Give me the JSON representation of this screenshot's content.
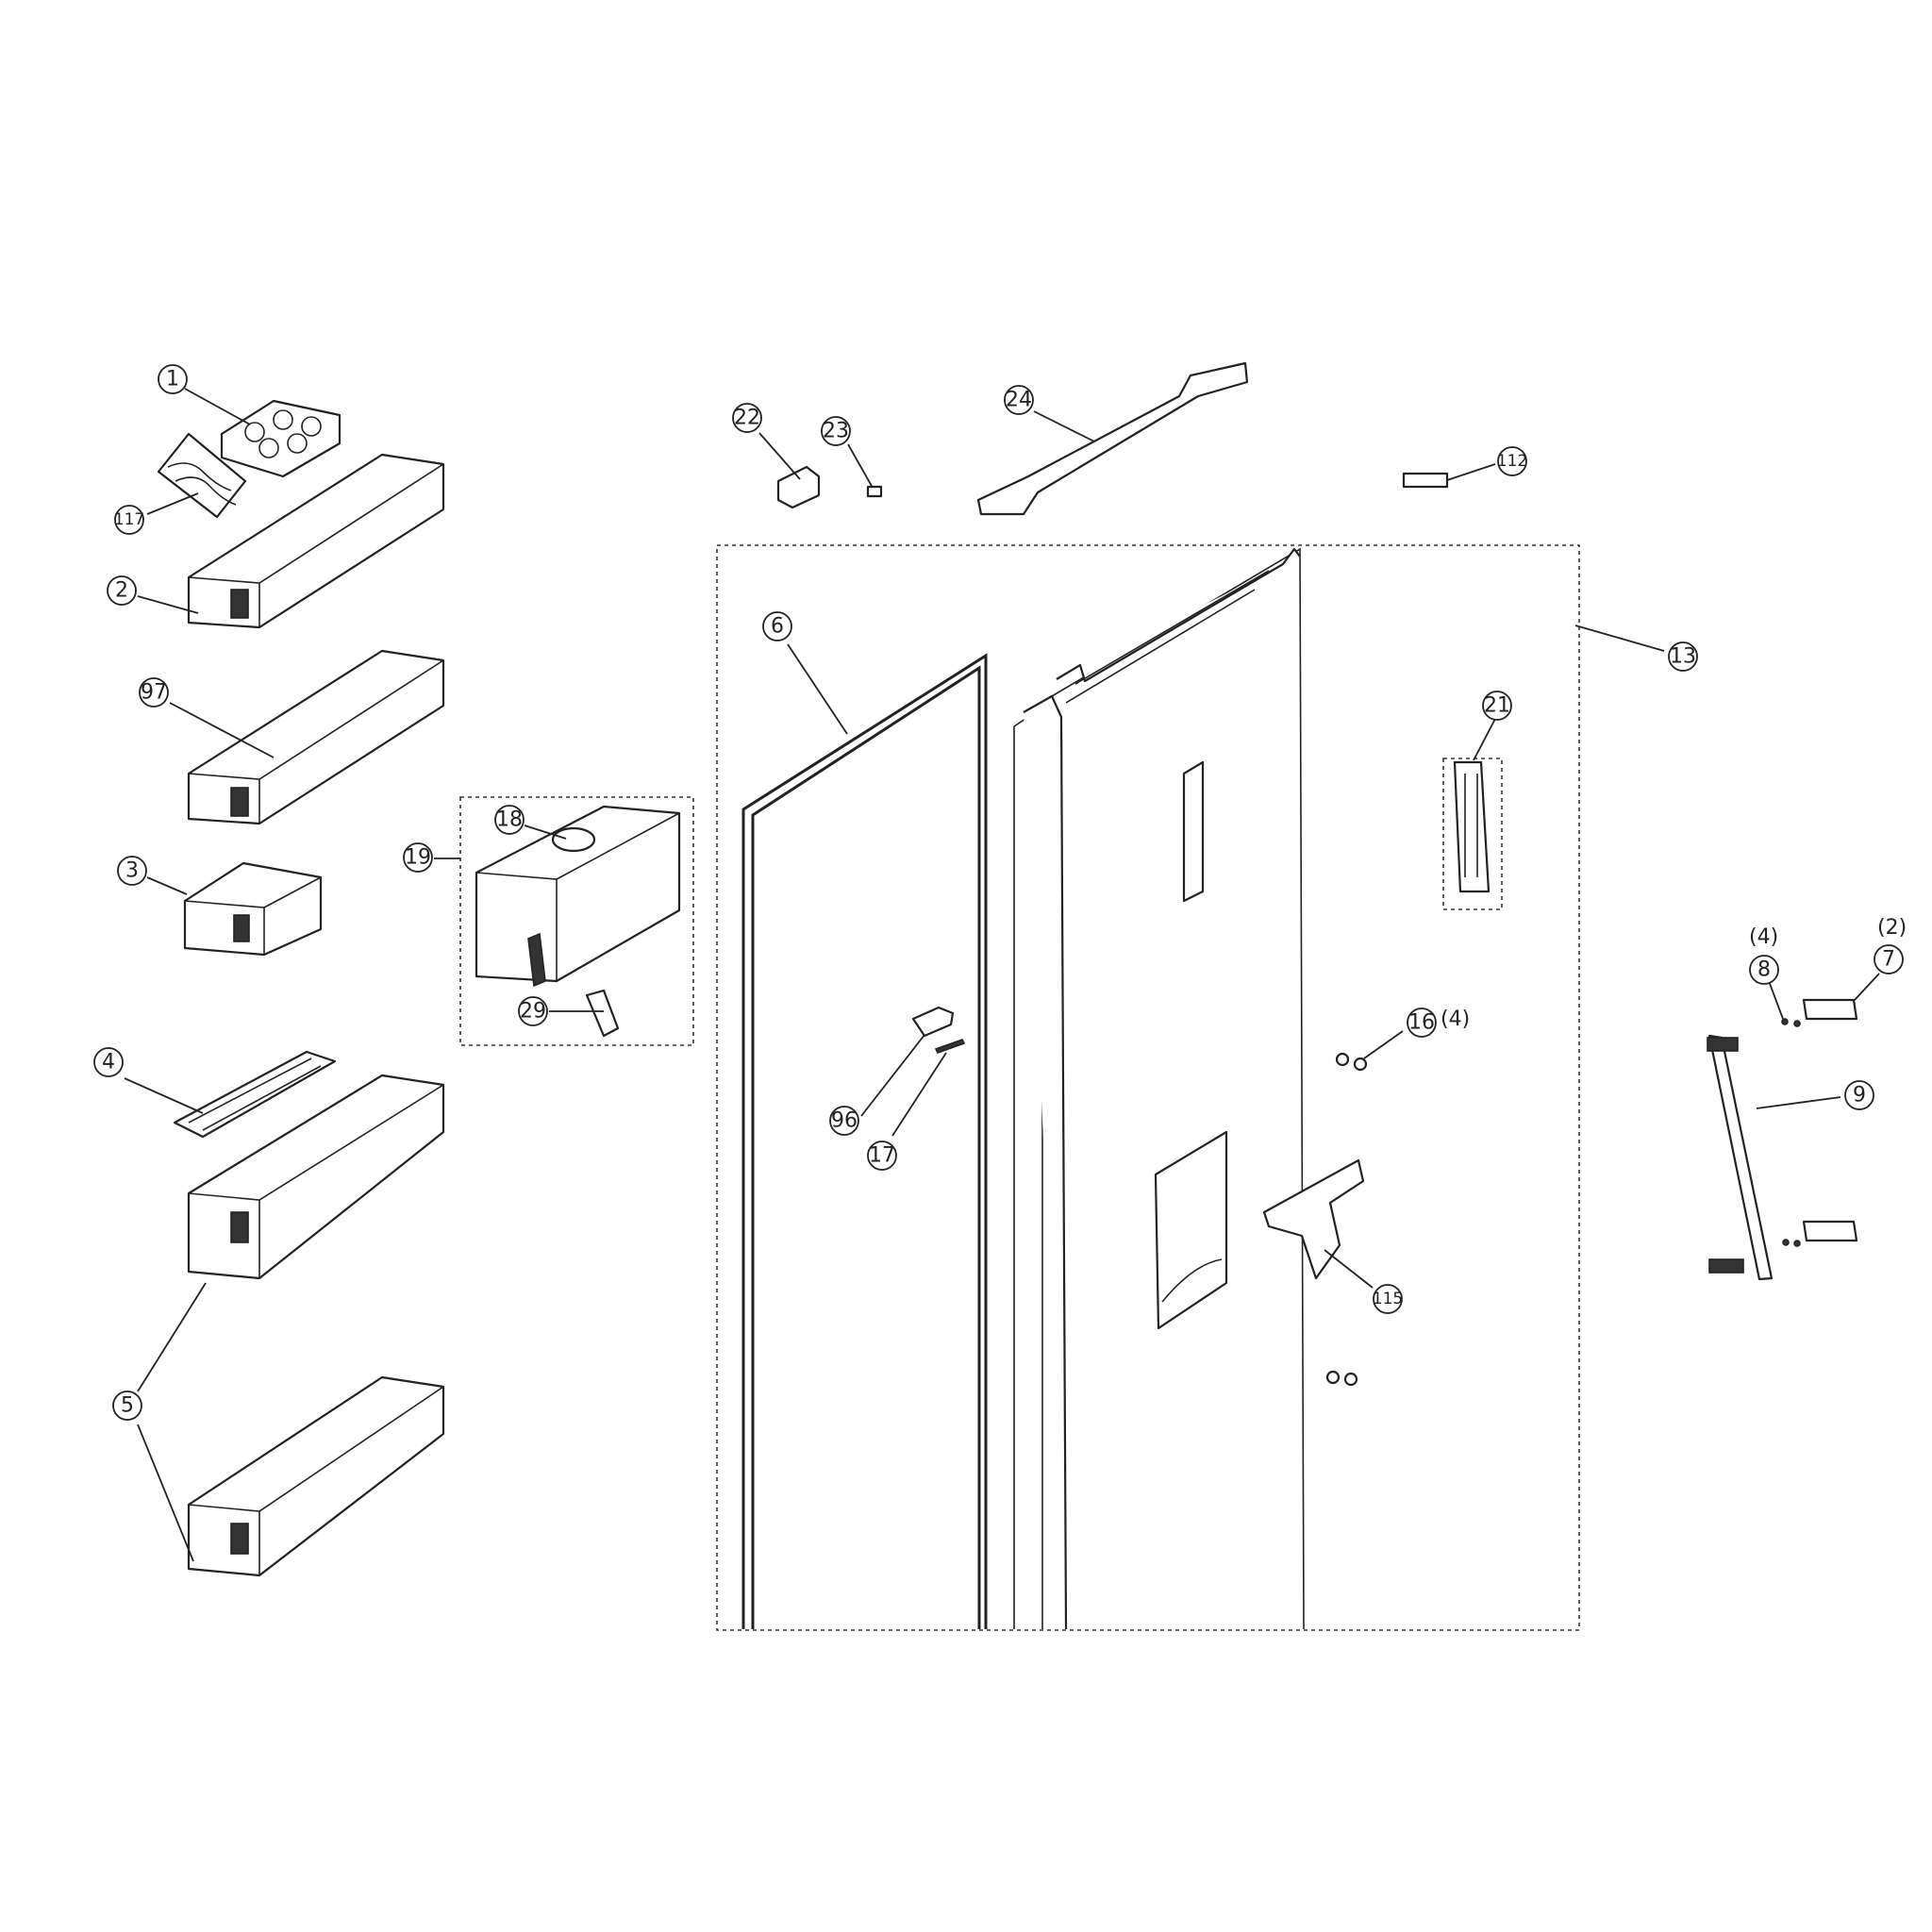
{
  "callouts": {
    "c1": "1",
    "c117": "117",
    "c2": "2",
    "c97": "97",
    "c3": "3",
    "c4": "4",
    "c5": "5",
    "c19": "19",
    "c18": "18",
    "c29": "29",
    "c22": "22",
    "c23": "23",
    "c24": "24",
    "c112": "112",
    "c6": "6",
    "c96": "96",
    "c17": "17",
    "c13": "13",
    "c21": "21",
    "c16": "16",
    "c115": "115",
    "c8": "8",
    "c7": "7",
    "c9": "9"
  },
  "quantities": {
    "q16": "(4)",
    "q8": "(4)",
    "q7": "(2)"
  }
}
